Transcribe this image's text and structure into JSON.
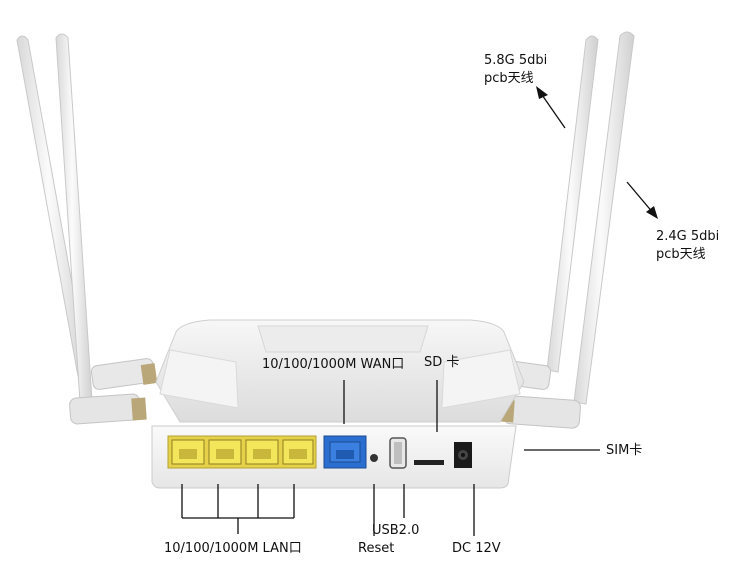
{
  "annotations": {
    "antenna_5g_line1": "5.8G 5dbi",
    "antenna_5g_line2": "pcb天线",
    "antenna_24g_line1": "2.4G 5dbi",
    "antenna_24g_line2": "pcb天线",
    "wan_port": "10/100/1000M WAN口",
    "sd_card": "SD 卡",
    "sim_card": "SIM卡",
    "lan_ports": "10/100/1000M LAN口",
    "reset": "Reset",
    "usb": "USB2.0",
    "dc_power": "DC 12V"
  },
  "colors": {
    "lan_port": "#f2e04a",
    "wan_port": "#2a6fd0",
    "router_body": "#f1f1f1",
    "antenna": "#ededed"
  }
}
